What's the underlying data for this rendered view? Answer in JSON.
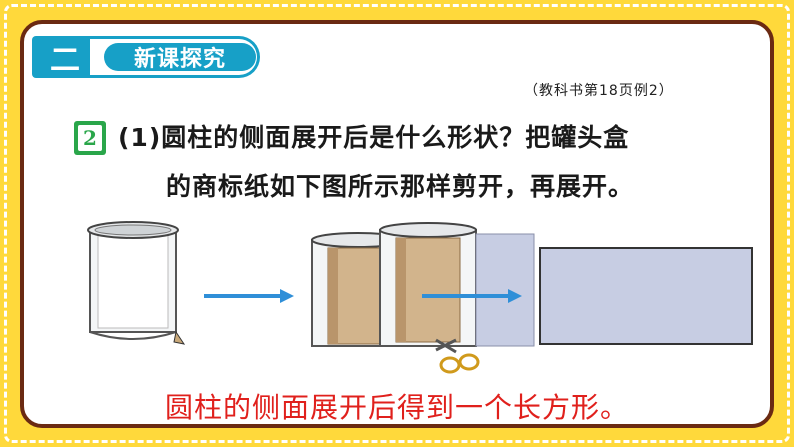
{
  "section": {
    "number": "二",
    "title": "新课探究"
  },
  "reference": "（教科书第18页例2）",
  "example": {
    "badge": "2",
    "question_line1": "(1)圆柱的侧面展开后是什么形状？把罐头盒",
    "question_line2": "的商标纸如下图所示那样剪开，再展开。"
  },
  "illustration": {
    "items": [
      "can-icon",
      "arrow-icon",
      "cut-can-icon",
      "scissors-icon",
      "arrow-icon",
      "rectangle-sheet"
    ],
    "colors": {
      "arrow": "#2f8fd8",
      "sheet": "#c7cde3",
      "label": "#c9a97a"
    }
  },
  "answer": "圆柱的侧面展开后得到一个长方形。",
  "colors": {
    "background": "#ffd93b",
    "frame": "#6b2a12",
    "section_blue": "#17a0c7",
    "badge_green": "#2aa64a",
    "answer_red": "#e0201c"
  }
}
